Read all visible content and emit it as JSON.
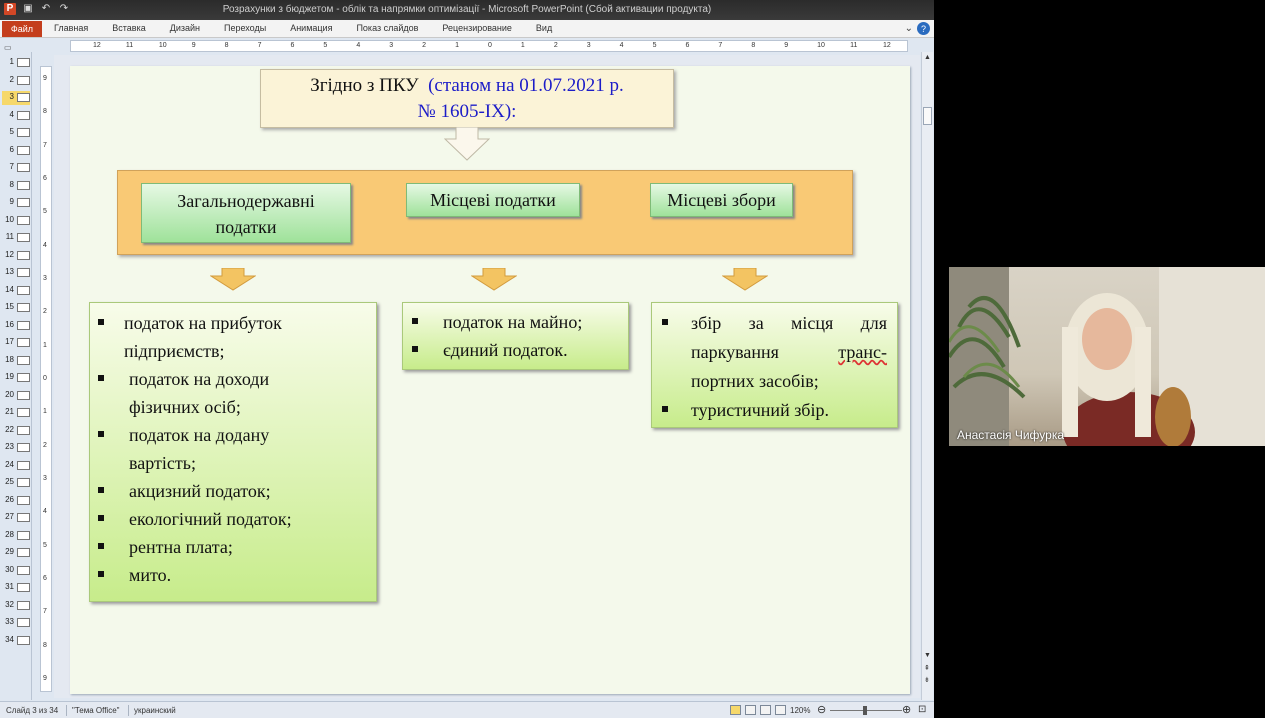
{
  "window": {
    "title": "Розрахунки з бюджетом - облік та напрямки оптимізації - Microsoft PowerPoint (Сбой активации продукта)"
  },
  "ribbon": {
    "file_tab": "Файл",
    "tabs": [
      "Главная",
      "Вставка",
      "Дизайн",
      "Переходы",
      "Анимация",
      "Показ слайдов",
      "Рецензирование",
      "Вид"
    ],
    "help": "?"
  },
  "ruler": {
    "h_ticks": [
      "12",
      "11",
      "10",
      "9",
      "8",
      "7",
      "6",
      "5",
      "4",
      "3",
      "2",
      "1",
      "0",
      "1",
      "2",
      "3",
      "4",
      "5",
      "6",
      "7",
      "8",
      "9",
      "10",
      "11",
      "12"
    ],
    "v_ticks": [
      "9",
      "8",
      "7",
      "6",
      "5",
      "4",
      "3",
      "2",
      "1",
      "0",
      "1",
      "2",
      "3",
      "4",
      "5",
      "6",
      "7",
      "8",
      "9"
    ]
  },
  "thumbnails": {
    "numbers": [
      "1",
      "2",
      "3",
      "4",
      "5",
      "6",
      "7",
      "8",
      "9",
      "10",
      "11",
      "12",
      "13",
      "14",
      "15",
      "16",
      "17",
      "18",
      "19",
      "20",
      "21",
      "22",
      "23",
      "24",
      "25",
      "26",
      "27",
      "28",
      "29",
      "30",
      "31",
      "32",
      "33",
      "34"
    ],
    "selected": "3"
  },
  "slide": {
    "source": {
      "line1_black": "Згідно з ПКУ",
      "line1_blue": "(станом на 01.07.2021 р.",
      "line2": "№ 1605-ІХ):"
    },
    "categories": [
      {
        "line1": "Загальнодержавні",
        "line2": "податки"
      },
      {
        "line1": "Місцеві податки",
        "line2": ""
      },
      {
        "line1": "Місцеві збори",
        "line2": ""
      }
    ],
    "national_taxes": [
      [
        "податок на прибуток",
        "підприємств;"
      ],
      [
        "податок на доходи",
        "фізичних осіб;"
      ],
      [
        "податок на додану",
        "вартість;"
      ],
      [
        "акцизний податок;",
        ""
      ],
      [
        "екологічний податок;",
        ""
      ],
      [
        "рентна плата;",
        ""
      ],
      [
        "мито.",
        ""
      ]
    ],
    "local_taxes": [
      "податок на майно;",
      "єдиний податок."
    ],
    "local_fees": {
      "item1_line1": [
        "збір",
        "за",
        "місця",
        "для"
      ],
      "item1_line2": [
        "паркування",
        "транс-"
      ],
      "item1_line3": "портних засобів;",
      "item2": "туристичний збір."
    }
  },
  "status": {
    "slide": "Слайд 3 из 34",
    "theme": "\"Тема Office\"",
    "language": "украинский",
    "zoom": "120%"
  },
  "video": {
    "participant": "Анастасія Чифурка"
  }
}
